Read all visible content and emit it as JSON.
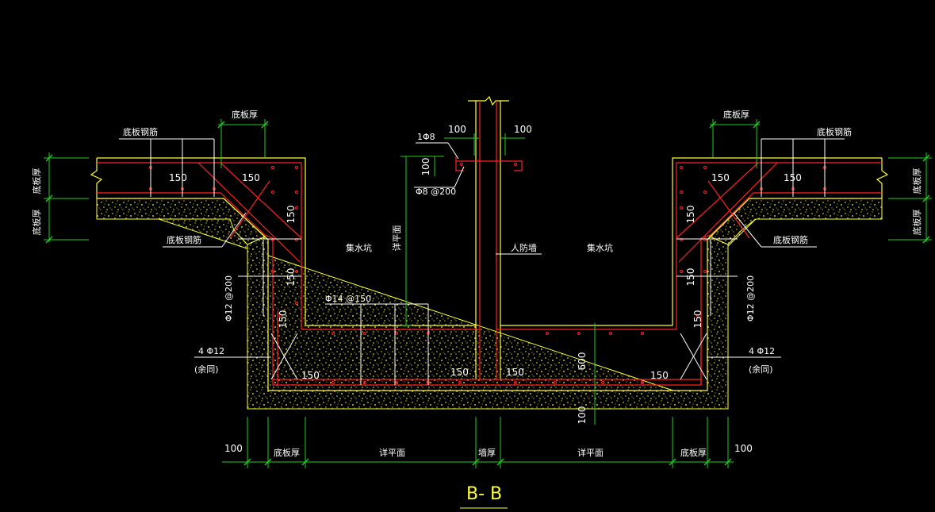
{
  "colors": {
    "background": "#000000",
    "rebar": "#ff2222",
    "outline": "#ffff33",
    "dimension": "#22cc22",
    "leader": "#ffffff",
    "text": "#ffffff"
  },
  "section_title": "B- B",
  "labels": {
    "slab_thickness": "底板厚",
    "slab_rebar": "底板钢筋",
    "pit": "集水坑",
    "detail_surface": "详平面",
    "civil_defense_wall": "人防墙",
    "wall_thickness": "墙厚",
    "same_remaining": "(余同)"
  },
  "rebar_notes": {
    "tie_1": "1Φ8",
    "tie_spacing": "Φ8 @200",
    "bottom_bars": "Φ14 @150",
    "side_bars_left": "Φ12 @200",
    "side_bars_right": "Φ12 @200",
    "corner_bars_left": "4 Φ12",
    "corner_bars_right": "4 Φ12"
  },
  "dimensions": {
    "d100": "100",
    "d150": "150",
    "d600": "600"
  }
}
